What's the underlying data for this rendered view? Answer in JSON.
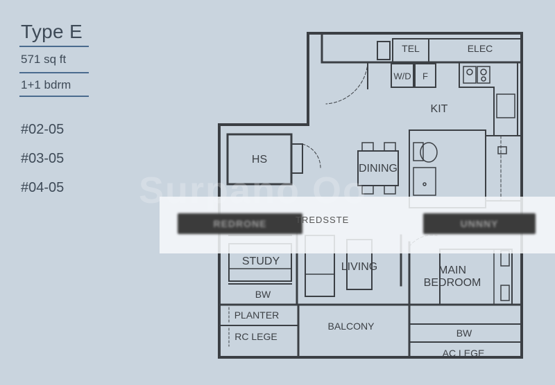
{
  "unit": {
    "type": "Type E",
    "size": "571 sq ft",
    "bedrooms": "1+1 bdrm"
  },
  "unit_numbers": [
    "#02-05",
    "#03-05",
    "#04-05"
  ],
  "rooms": {
    "tel": "TEL",
    "elec": "ELEC",
    "wd": "W/D",
    "fridge": "F",
    "kit": "KIT",
    "hs": "HS",
    "dining": "DINING",
    "study": "STUDY",
    "living": "LIVING",
    "main_bedroom_line1": "MAIN",
    "main_bedroom_line2": "BEDROOM",
    "bw_left": "BW",
    "bw_right": "BW",
    "planter": "PLANTER",
    "rc_lege": "RC LEGE",
    "balcony": "BALCONY",
    "ac_lege": "AC LEGE"
  },
  "banner": {
    "center_text": "TREDSSTE",
    "left_bar_text": "REDRONE",
    "right_bar_text": "UNNNY"
  },
  "watermark": "Surpano Oo",
  "colors": {
    "background": "#c9d4de",
    "text": "#3e4a57",
    "accent_rule": "#4a6b8e",
    "wall": "#3b3f44"
  }
}
